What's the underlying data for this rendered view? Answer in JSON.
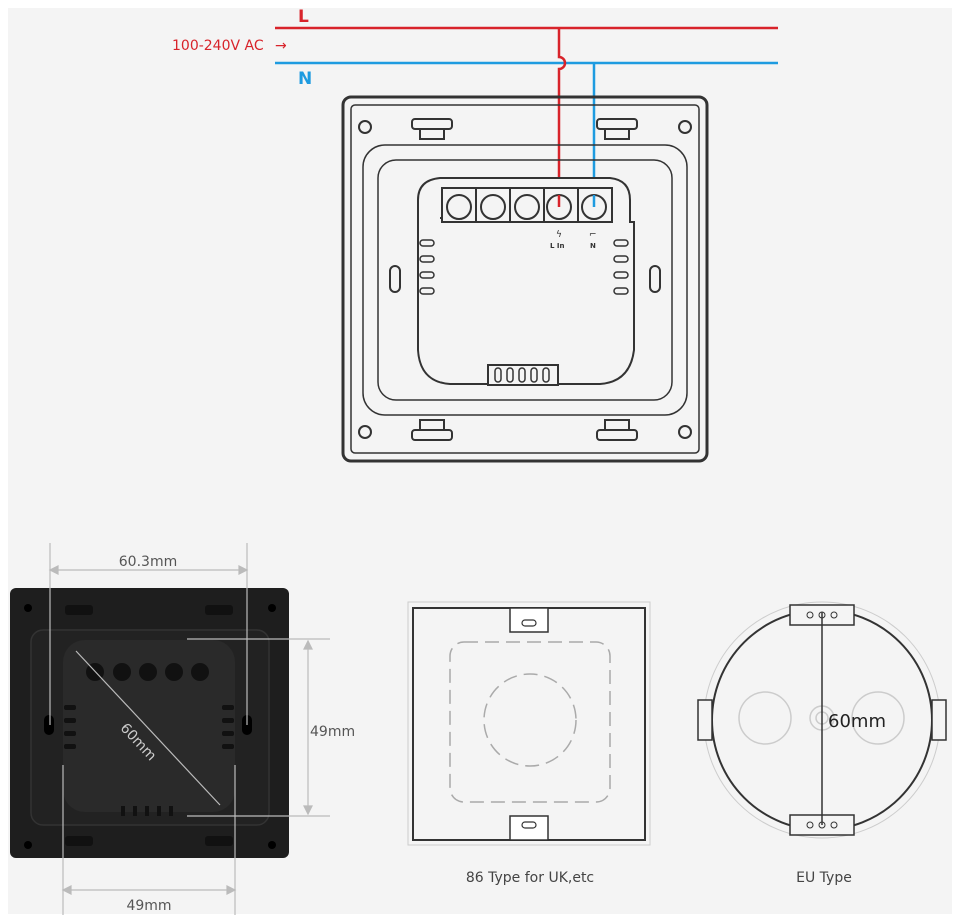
{
  "wiring": {
    "line_label": "L",
    "neutral_label": "N",
    "voltage_label": "100-240V AC",
    "arrow": "→",
    "terminal_l_label": "L In",
    "terminal_n_label": "N",
    "colors": {
      "live": "#d8232a",
      "neutral": "#1e9be0"
    }
  },
  "dimensions": {
    "hole_spacing": "60.3mm",
    "height": "49mm",
    "width": "49mm",
    "diagonal": "60mm"
  },
  "boxes": {
    "uk_caption": "86 Type for UK,etc",
    "eu_caption": "EU Type",
    "eu_diameter": "60mm"
  }
}
